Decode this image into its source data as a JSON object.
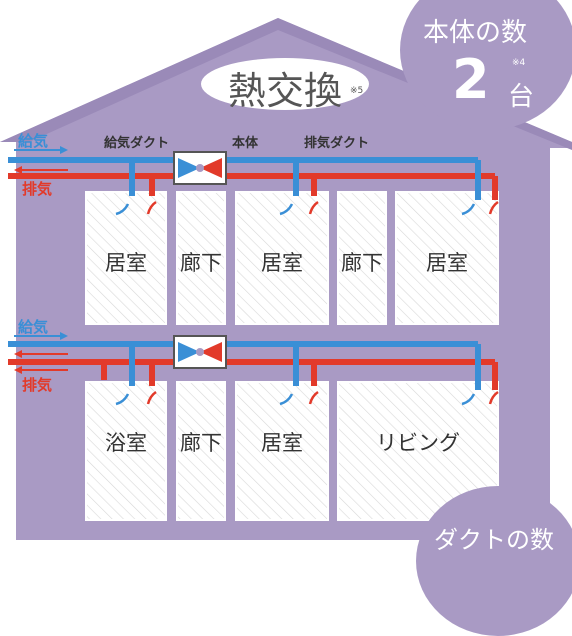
{
  "title": {
    "text": "熱交換",
    "note": "※5"
  },
  "badge_units": {
    "title": "本体の数",
    "number": "2",
    "unit": "台",
    "note": "※4"
  },
  "badge_ducts": {
    "title": "ダクトの数"
  },
  "duct_legend": {
    "supply_duct": "給気ダクト",
    "unit": "本体",
    "exhaust_duct": "排気ダクト"
  },
  "upper_floor": {
    "supply_label": "給気",
    "exhaust_label": "排気",
    "rooms": [
      {
        "label": "居室"
      },
      {
        "label": "廊下"
      },
      {
        "label": "居室"
      },
      {
        "label": "廊下"
      },
      {
        "label": "居室"
      }
    ]
  },
  "lower_floor": {
    "supply_label": "給気",
    "exhaust_label": "排気",
    "rooms": [
      {
        "label": "浴室"
      },
      {
        "label": "廊下"
      },
      {
        "label": "居室"
      },
      {
        "label": "リビング"
      }
    ]
  },
  "colors": {
    "house": "#a99ac4",
    "supply": "#3a8fd6",
    "exhaust": "#e23a2a",
    "badge": "#a99ac4"
  }
}
